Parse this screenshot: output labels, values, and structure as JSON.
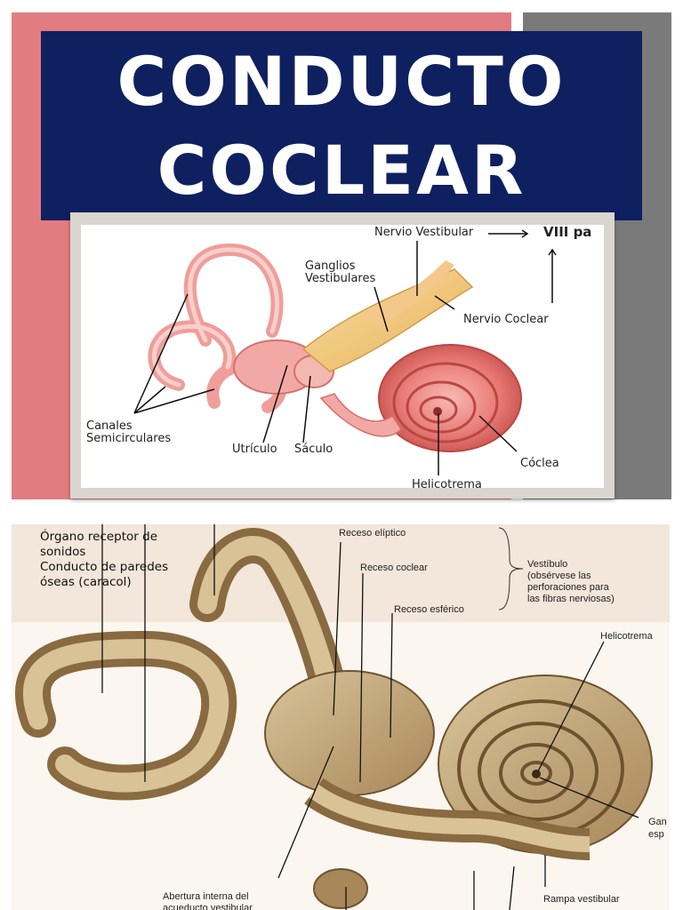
{
  "slide": {
    "title_line1": "CONDUCTO",
    "title_line2": "COCLEAR"
  },
  "top_figure": {
    "labels": {
      "nervio_vestibular": "Nervio Vestibular",
      "viii_par": "VIII pa",
      "ganglios_1": "Ganglios",
      "ganglios_2": "Vestibulares",
      "nervio_coclear": "Nervio Coclear",
      "canales_1": "Canales",
      "canales_2": "Semicirculares",
      "utriculo": "Utrículo",
      "saculo": "Sáculo",
      "coclea": "Cóclea",
      "helicotrema": "Helicotrema"
    }
  },
  "bottom_figure": {
    "overlay_text": {
      "line1": "Órgano receptor de",
      "line2": "sonidos",
      "line3": "Conducto de paredes",
      "line4": "óseas (caracol)"
    },
    "labels": {
      "receso_eliptico": "Receso elíptico",
      "receso_coclear": "Receso coclear",
      "receso_esferico": "Receso esférico",
      "vestibulo_1": "Vestíbulo",
      "vestibulo_2": "(obsérvese las",
      "vestibulo_3": "perforaciones para",
      "vestibulo_4": "las fibras nerviosas)",
      "helicotrema": "Helicotrema",
      "gan_1": "Gan",
      "gan_2": "esp",
      "abertura_1": "Abertura interna del",
      "abertura_2": "acueducto vestibular",
      "rampa_vestibular": "Rampa vestibular"
    }
  },
  "colors": {
    "title_bg": "#0f2060",
    "pink_panel": "#e27c80",
    "gray_panel": "#7a7a7a"
  }
}
